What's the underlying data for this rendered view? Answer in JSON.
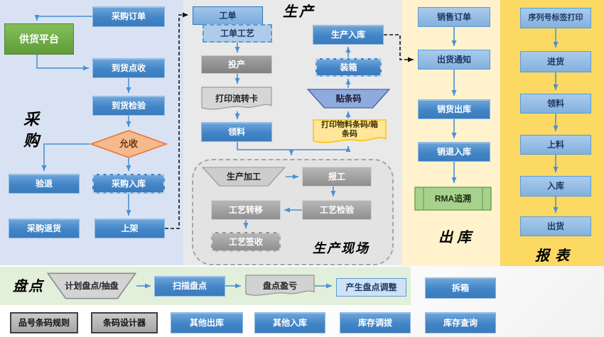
{
  "colors": {
    "panel_procurement": "#d9e2f3",
    "panel_production": "#e9e9e9",
    "panel_outbound": "#fff2cc",
    "panel_reports": "#fbd963",
    "panel_stocktake": "#e2efda",
    "box_blue": "#3b7ec0",
    "box_light_blue": "#9dc3e6",
    "box_green": "#70ad47",
    "rma_green": "#a9d18e",
    "diamond_orange": "#f4a970",
    "doc_yellow": "#ffe699",
    "gray_box": "#a6a6a6",
    "arrow_blue": "#5b9bd5",
    "dashed_connector": "#111111"
  },
  "sections": {
    "procurement": {
      "title": "采购",
      "nodes": {
        "purchase_order": "采购订单",
        "supply_platform": "供货平台",
        "arrival_receipt": "到货点收",
        "arrival_inspection": "到货检验",
        "accept_decision": "允收",
        "reject_return": "验退",
        "purchase_inbound": "采购入库",
        "purchase_return": "采购退货",
        "shelving": "上架"
      }
    },
    "production": {
      "title": "生产",
      "nodes": {
        "work_order": "工单",
        "work_order_process": "工单工艺",
        "start_production": "投产",
        "print_route_card": "打印流转卡",
        "material_requisition": "领料",
        "production_inbound": "生产入库",
        "packing": "装箱",
        "apply_barcode": "贴条码",
        "print_material_barcode": "打印物料条码/箱条码"
      },
      "shopfloor": {
        "title": "生产现场",
        "nodes": {
          "production_processing": "生产加工",
          "work_report": "报工",
          "process_transfer": "工艺转移",
          "process_inspection": "工艺检验",
          "process_signoff": "工艺签收"
        }
      }
    },
    "outbound": {
      "title": "出库",
      "nodes": {
        "sales_order": "销售订单",
        "shipping_notice": "出货通知",
        "sales_outbound": "销货出库",
        "sales_return_inbound": "销退入库",
        "rma_trace": "RMA追溯"
      }
    },
    "reports": {
      "title": "报表",
      "nodes": {
        "serial_label_print": "序列号标签打印",
        "incoming": "进货",
        "material_requisition": "领料",
        "loading": "上料",
        "inbound": "入库",
        "shipment": "出货"
      }
    },
    "stocktake": {
      "title": "盘点",
      "nodes": {
        "planned_count": "计划盘点/抽盘",
        "scan_count": "扫描盘点",
        "count_variance": "盘点盈亏",
        "generate_adjustment": "产生盘点调整",
        "unpack_box": "拆箱"
      }
    },
    "tools": {
      "nodes": {
        "item_barcode_rule": "品号条码规则",
        "barcode_designer": "条码设计器",
        "other_outbound": "其他出库",
        "other_inbound": "其他入库",
        "stock_transfer": "库存调拨",
        "stock_query": "库存查询"
      }
    }
  }
}
